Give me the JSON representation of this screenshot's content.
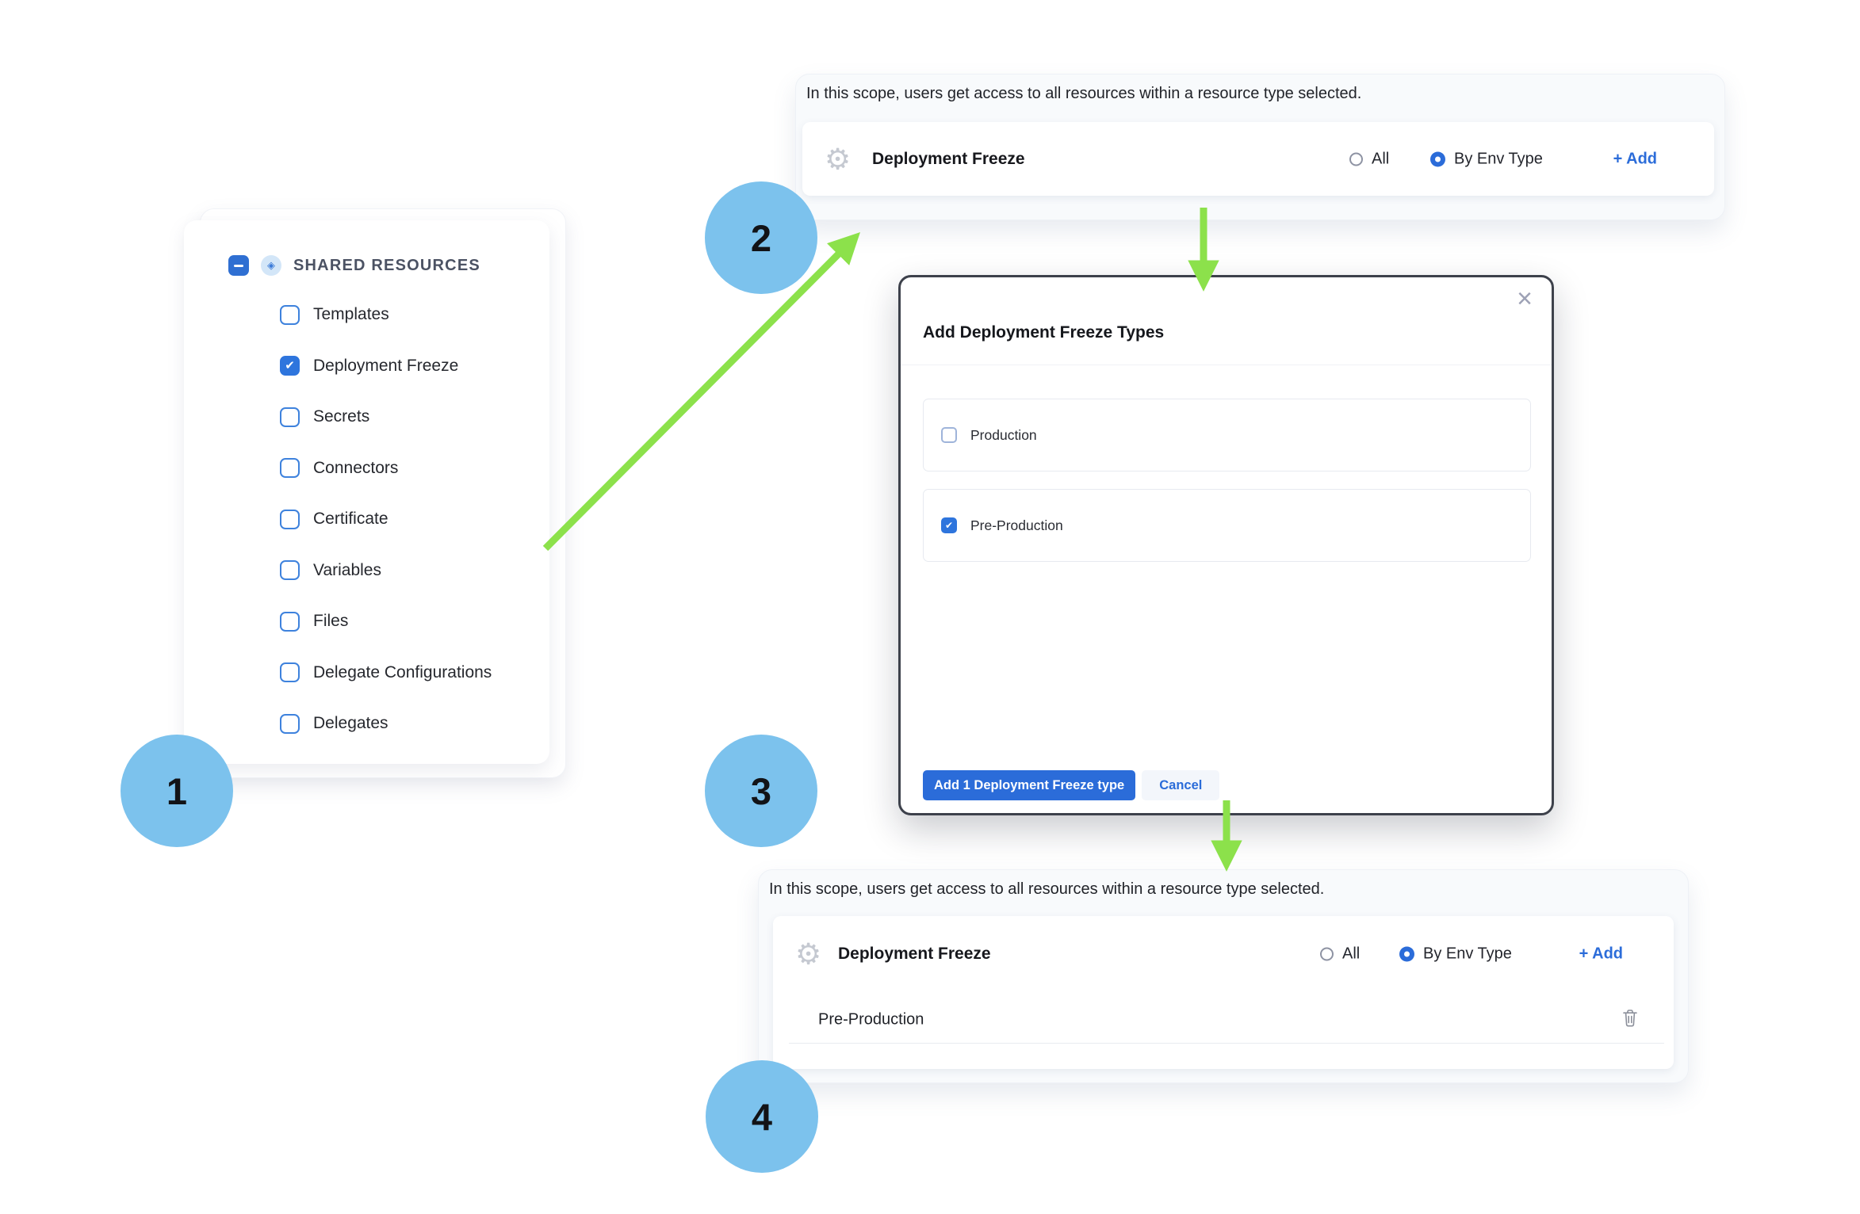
{
  "steps": [
    "1",
    "2",
    "3",
    "4"
  ],
  "sidebar": {
    "header_label": "SHARED RESOURCES",
    "items": [
      {
        "label": "Templates",
        "checked": false
      },
      {
        "label": "Deployment Freeze",
        "checked": true
      },
      {
        "label": "Secrets",
        "checked": false
      },
      {
        "label": "Connectors",
        "checked": false
      },
      {
        "label": "Certificate",
        "checked": false
      },
      {
        "label": "Variables",
        "checked": false
      },
      {
        "label": "Files",
        "checked": false
      },
      {
        "label": "Delegate Configurations",
        "checked": false
      },
      {
        "label": "Delegates",
        "checked": false
      }
    ]
  },
  "top_panel": {
    "description": "In this scope, users get access to all resources within a resource type selected.",
    "row": {
      "label": "Deployment Freeze",
      "option_all": "All",
      "option_by_env": "By Env Type",
      "selected_option": "By Env Type",
      "add_label": "+ Add"
    }
  },
  "modal": {
    "title": "Add Deployment Freeze Types",
    "close_icon": "×",
    "options": [
      {
        "label": "Production",
        "checked": false
      },
      {
        "label": "Pre-Production",
        "checked": true
      }
    ],
    "confirm_label": "Add 1 Deployment Freeze type",
    "cancel_label": "Cancel"
  },
  "bottom_panel": {
    "description": "In this scope, users get access to all resources within a resource type selected.",
    "row": {
      "label": "Deployment Freeze",
      "option_all": "All",
      "option_by_env": "By Env Type",
      "selected_option": "By Env Type",
      "add_label": "+ Add"
    },
    "selected_types": [
      {
        "label": "Pre-Production"
      }
    ]
  },
  "icons": {
    "check": "✔",
    "shared_resources_glyph": "◈",
    "gear": "⚙"
  },
  "colors": {
    "primary_blue": "#2b6cd9",
    "checkbox_blue": "#2e75dd",
    "step_circle_blue": "#7cc2ed",
    "arrow_green": "#8ce14b",
    "modal_border": "#3d414b",
    "panel_bg": "#f8fafc"
  }
}
